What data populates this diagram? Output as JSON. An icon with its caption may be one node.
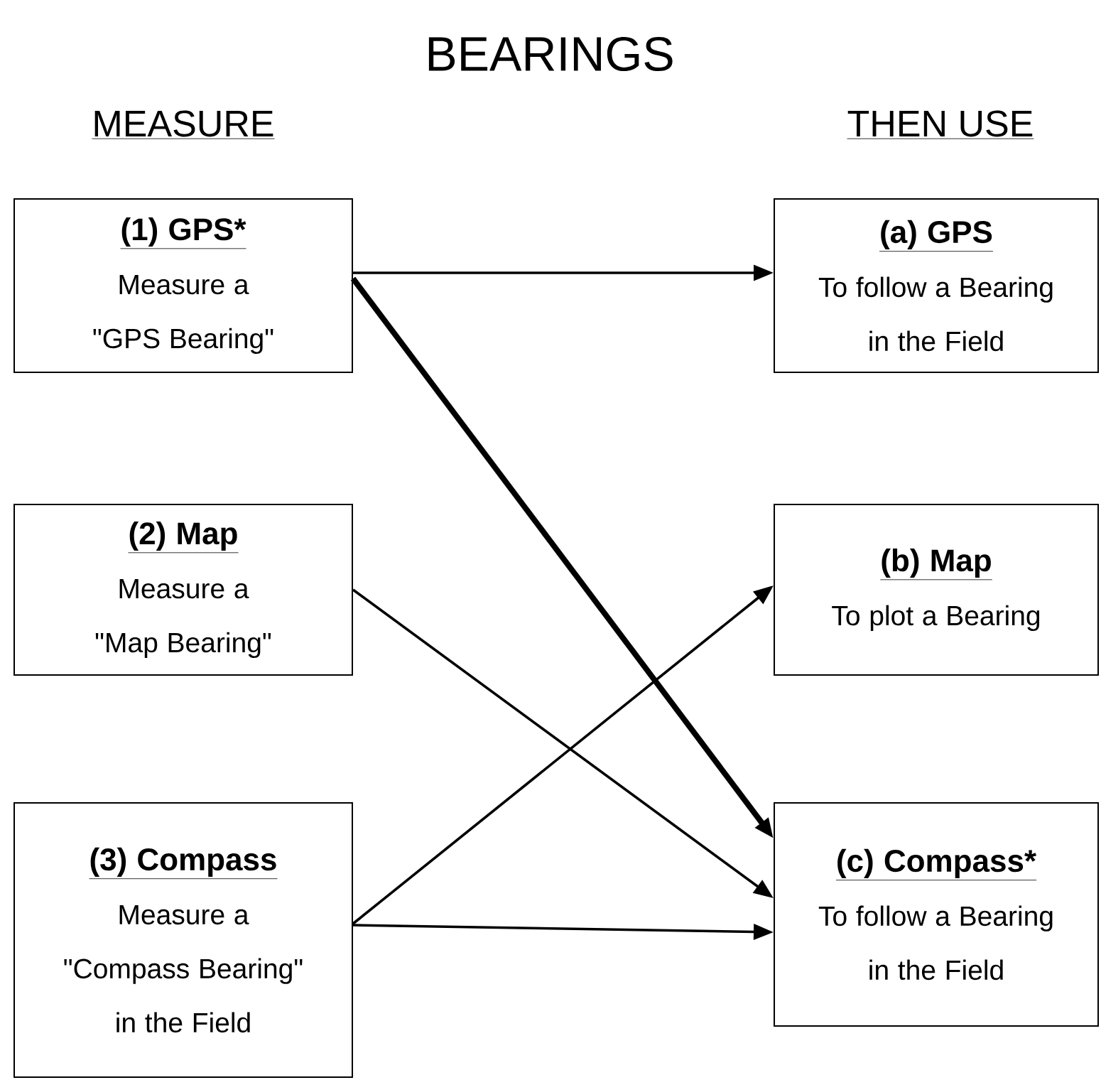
{
  "diagram": {
    "title": "BEARINGS",
    "nodes": [
      {
        "text": [
          "(1) GPS*",
          "Measure a \"GPS Bearing\""
        ]
      },
      {
        "text": [
          "(a) GPS",
          "To follow a Bearing in the Field"
        ]
      },
      {
        "text": [
          "(2) Map",
          "Measure a \"Map Bearing\""
        ]
      },
      {
        "text": [
          "(b) Map",
          "To plot a Bearing"
        ]
      },
      {
        "text": [
          "(3) Compass",
          "Measure a \"Compass Bearing\" in the Field"
        ]
      },
      {
        "text": [
          "(c) Compass*",
          "To follow a Bearing in the Field"
        ]
      }
    ],
    "edges": [
      {
        "from": 0,
        "to": 1,
        "arrow": "to"
      },
      {
        "from": 0,
        "to": 5,
        "arrow": "to",
        "style": "thick"
      },
      {
        "from": 2,
        "to": 5,
        "arrow": "to"
      },
      {
        "from": 4,
        "to": 3,
        "arrow": "to"
      },
      {
        "from": 4,
        "to": 5,
        "arrow": "to"
      }
    ],
    "labels": [
      "MEASURE",
      "THEN USE"
    ]
  }
}
